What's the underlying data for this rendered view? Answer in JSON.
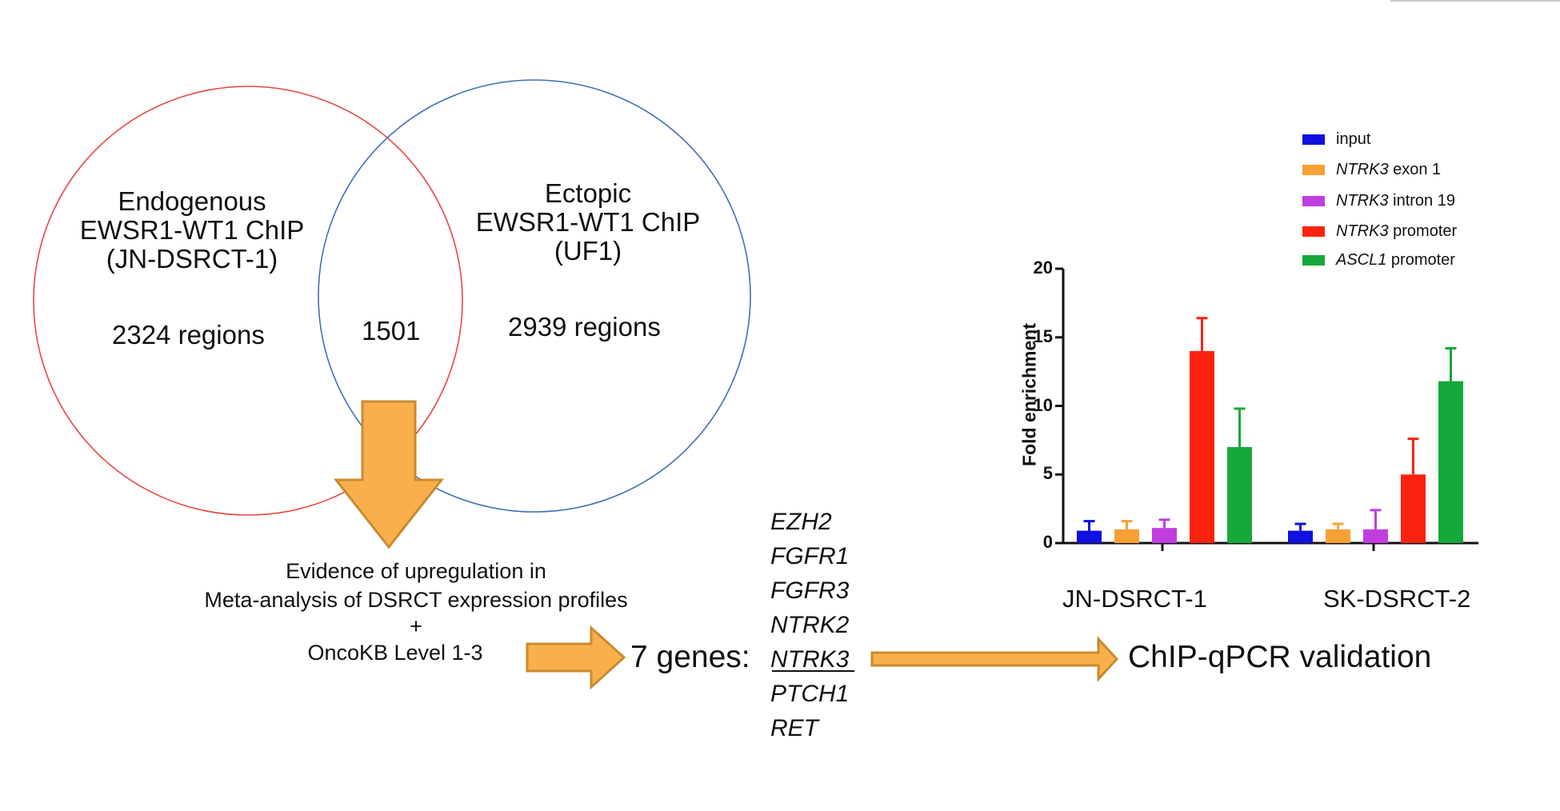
{
  "venn": {
    "left_label": [
      "Endogenous",
      "EWSR1-WT1 ChIP",
      "(JN-DSRCT-1)"
    ],
    "left_count": "2324 regions",
    "overlap_count": "1501",
    "right_label": [
      "Ectopic",
      "EWSR1-WT1 ChIP",
      "(UF1)"
    ],
    "right_count": "2939 regions",
    "left_color": "#e8463f",
    "right_color": "#3f6fb8"
  },
  "filter": {
    "line1": "Evidence of upregulation in",
    "line2": "Meta-analysis of DSRCT expression profiles",
    "plus": "+",
    "line3": "OncoKB Level 1-3"
  },
  "genes": {
    "label": "7 genes:",
    "list": [
      "EZH2",
      "FGFR1",
      "FGFR3",
      "NTRK2",
      "NTRK3",
      "PTCH1",
      "RET"
    ],
    "underlined": "NTRK3"
  },
  "validation": {
    "label": "ChIP-qPCR validation"
  },
  "arrow_color": "#f9b04c",
  "arrow_border": "#c98a2e",
  "chart_data": {
    "type": "bar",
    "ylabel": "Fold enrichment",
    "ylim": [
      0,
      20
    ],
    "yticks": [
      0,
      5,
      10,
      15,
      20
    ],
    "categories": [
      "JN-DSRCT-1",
      "SK-DSRCT-2"
    ],
    "series": [
      {
        "name": "input",
        "italic": "",
        "rest": "input",
        "color": "#1010e0",
        "values": [
          0.9,
          0.9
        ],
        "errors": [
          0.7,
          0.5
        ]
      },
      {
        "name": "NTRK3 exon 1",
        "italic": "NTRK3",
        "rest": " exon 1",
        "color": "#f7a035",
        "values": [
          1.0,
          1.0
        ],
        "errors": [
          0.6,
          0.4
        ]
      },
      {
        "name": "NTRK3 intron 19",
        "italic": "NTRK3",
        "rest": " intron 19",
        "color": "#c03ee0",
        "values": [
          1.1,
          1.0
        ],
        "errors": [
          0.6,
          1.4
        ]
      },
      {
        "name": "NTRK3 promoter",
        "italic": "NTRK3",
        "rest": " promoter",
        "color": "#fb2310",
        "values": [
          14.0,
          5.0
        ],
        "errors": [
          2.4,
          2.6
        ]
      },
      {
        "name": "ASCL1 promoter",
        "italic": "ASCL1",
        "rest": " promoter",
        "color": "#15a83a",
        "values": [
          7.0,
          11.8
        ],
        "errors": [
          2.8,
          2.4
        ]
      }
    ],
    "grid": false,
    "legend_position": "top"
  }
}
